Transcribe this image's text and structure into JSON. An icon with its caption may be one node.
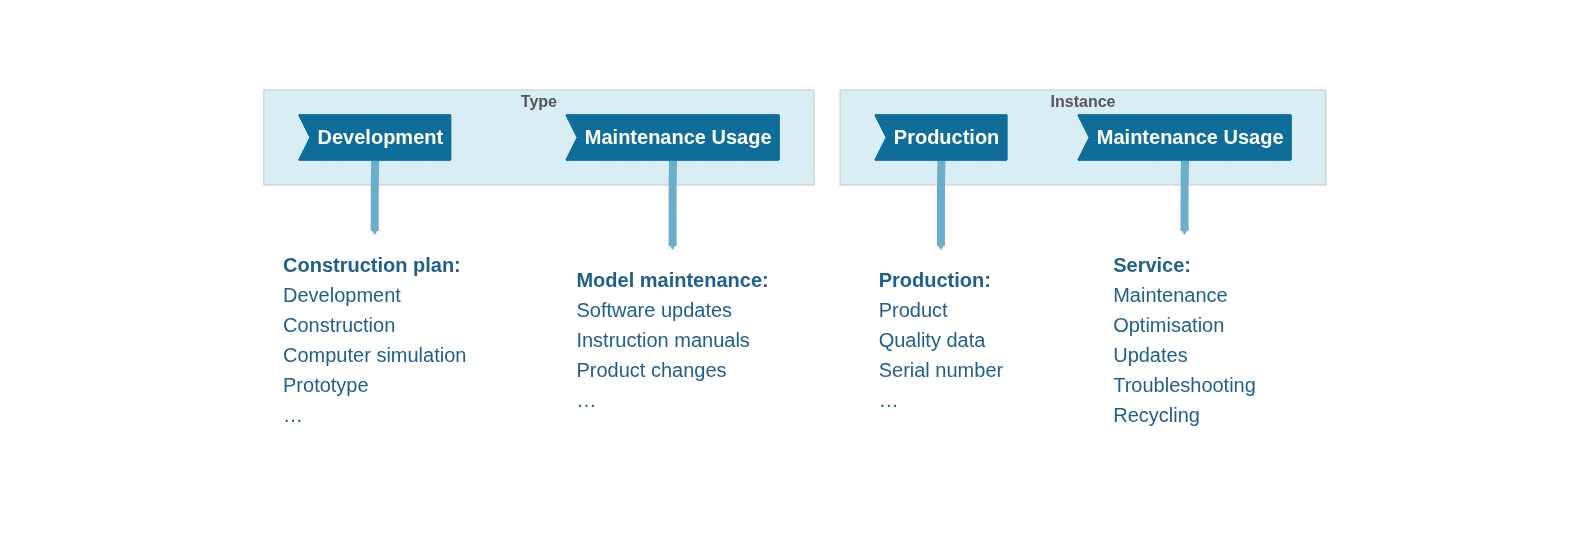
{
  "diagram": {
    "nodes": [
      {
        "text": [
          "Type"
        ]
      },
      {
        "text": [
          "Development"
        ],
        "in": 0
      },
      {
        "text": [
          "Maintenance Usage"
        ],
        "in": 0
      },
      {
        "text": [
          "Instance"
        ]
      },
      {
        "text": [
          "Production"
        ],
        "in": 3
      },
      {
        "text": [
          "Maintenance Usage"
        ],
        "in": 3
      },
      {
        "text": [
          "Construction plan:",
          "Development",
          "Construction",
          "Computer simulation",
          "Prototype",
          "…"
        ]
      },
      {
        "text": [
          "Model maintenance:",
          "Software updates",
          "Instruction manuals",
          "Product changes",
          "…"
        ]
      },
      {
        "text": [
          "Production:",
          "Product",
          "Quality data",
          "Serial number",
          "…"
        ]
      },
      {
        "text": [
          "Service:",
          "Maintenance",
          "Optimisation",
          "Updates",
          "Troubleshooting",
          "Recycling"
        ]
      }
    ],
    "edges": [
      {
        "from": 1,
        "to": 6,
        "arrow": "to"
      },
      {
        "from": 2,
        "to": 7,
        "arrow": "to"
      },
      {
        "from": 4,
        "to": 8,
        "arrow": "to"
      },
      {
        "from": 5,
        "to": 9,
        "arrow": "to"
      }
    ]
  }
}
